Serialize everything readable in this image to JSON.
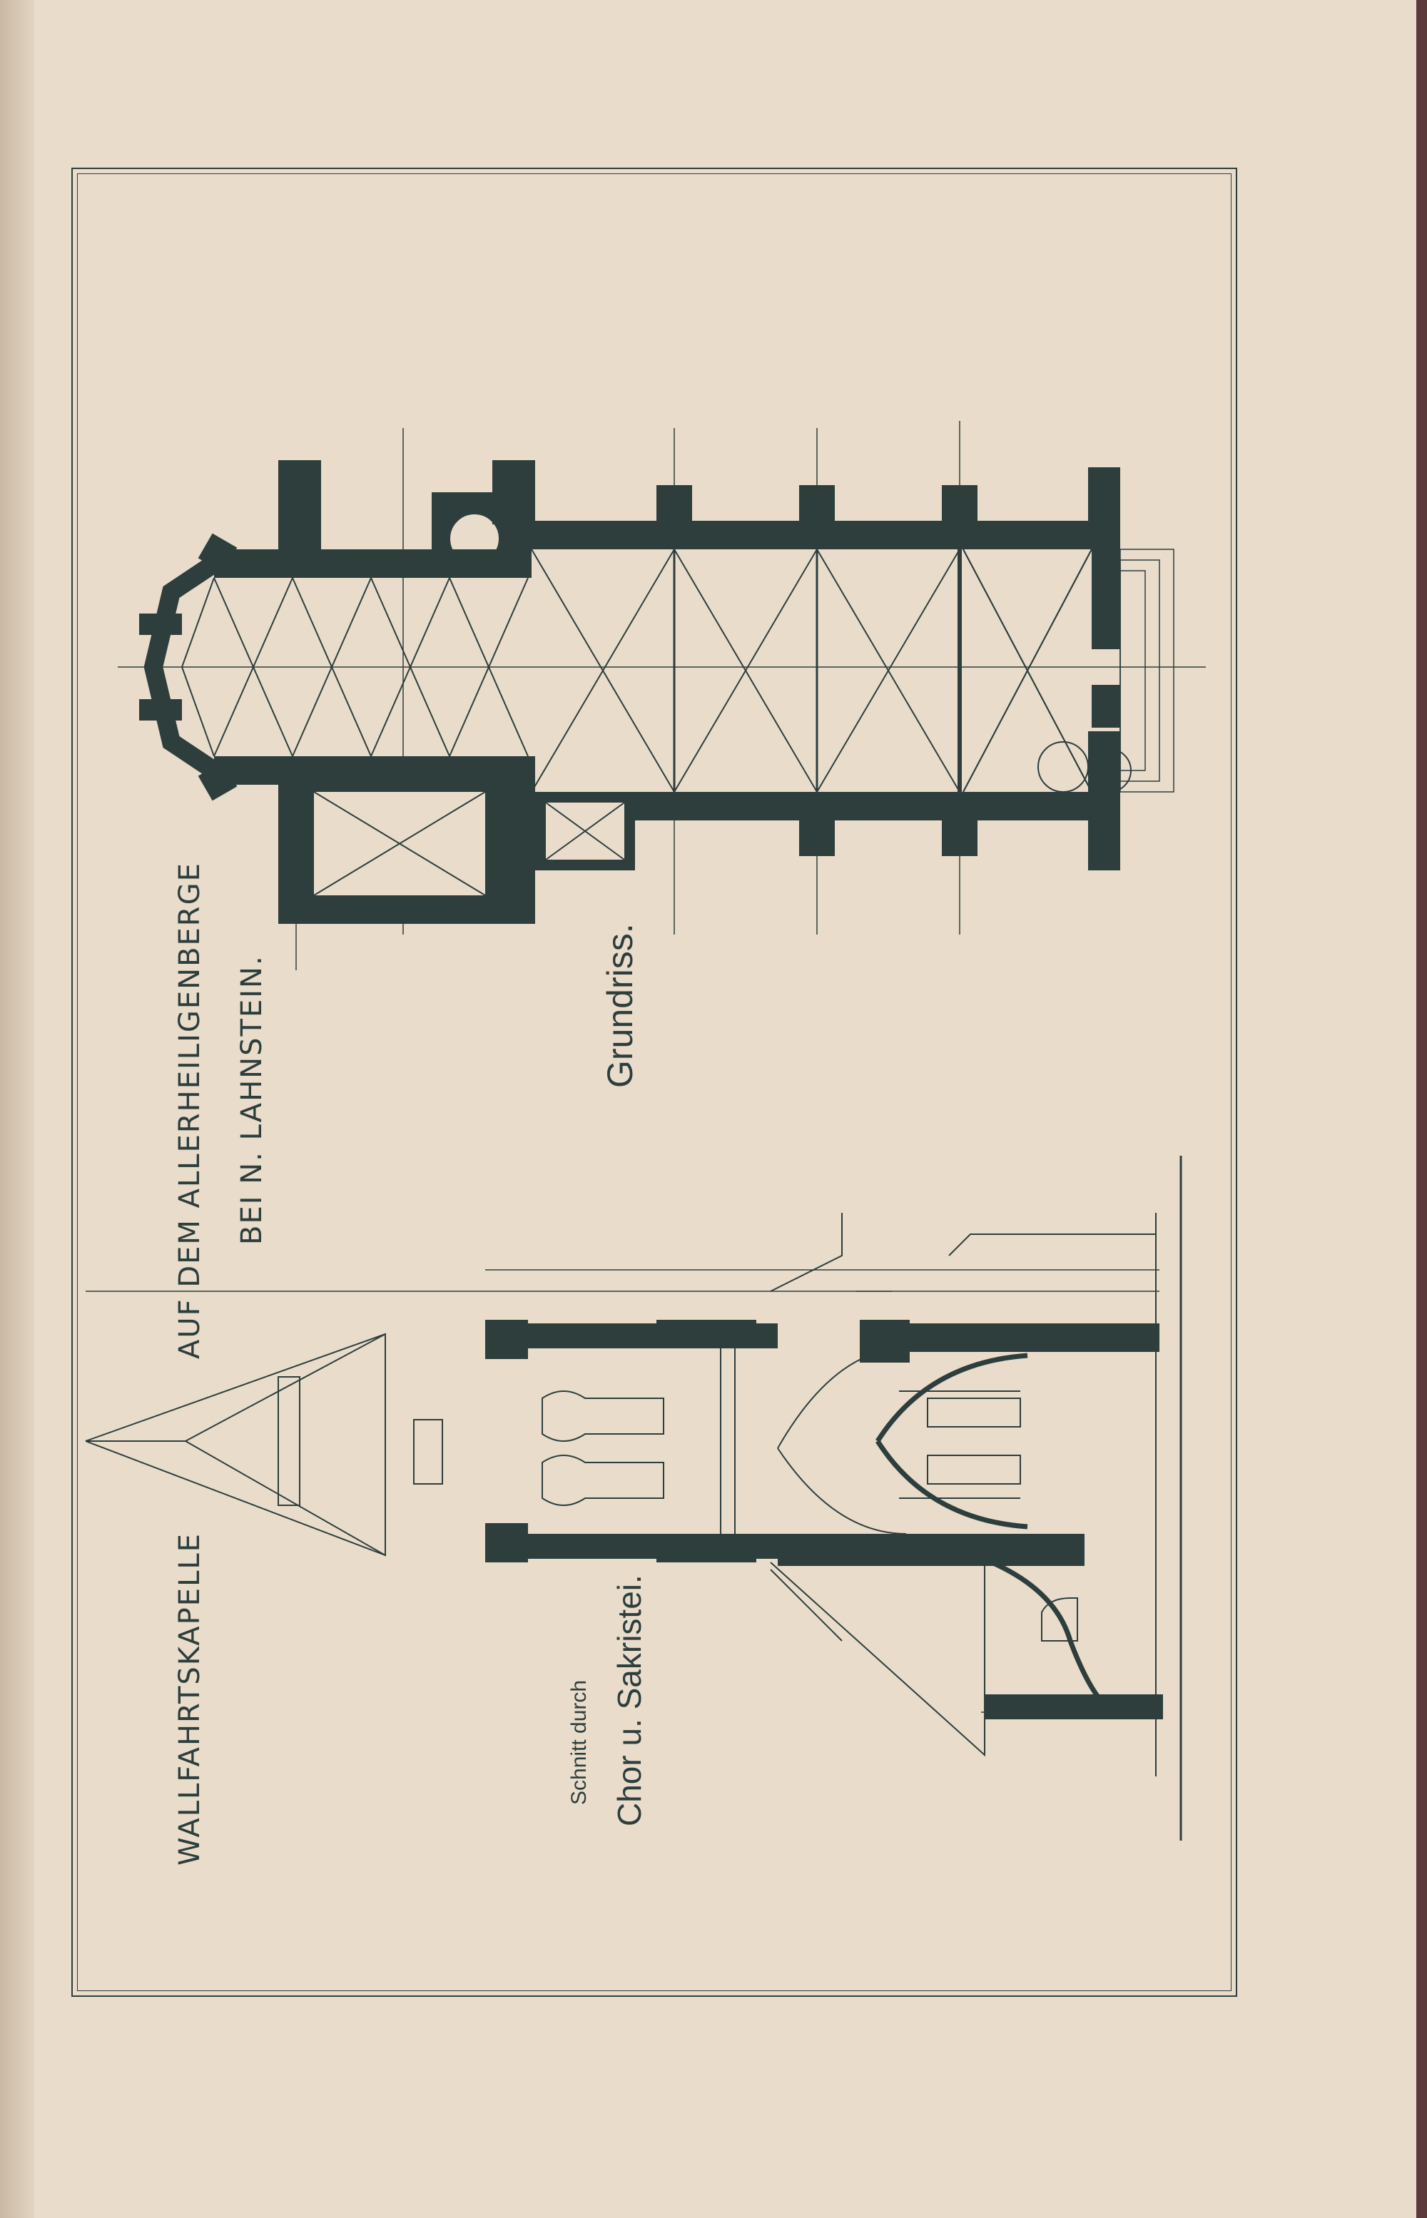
{
  "plate": {
    "title_line1": "WALLFAHRTSKAPELLE",
    "title_line2": "AUF DEM ALLERHEILIGENBERGE",
    "title_line3": "BEI N. LAHNSTEIN.",
    "section_label_small": "Schnitt durch",
    "section_label_large": "Chor u. Sakristei.",
    "plan_label": "Grundriss."
  },
  "colors": {
    "paper": "#e9dccb",
    "ink": "#2d3e3d",
    "edge": "#5a3a3a"
  }
}
